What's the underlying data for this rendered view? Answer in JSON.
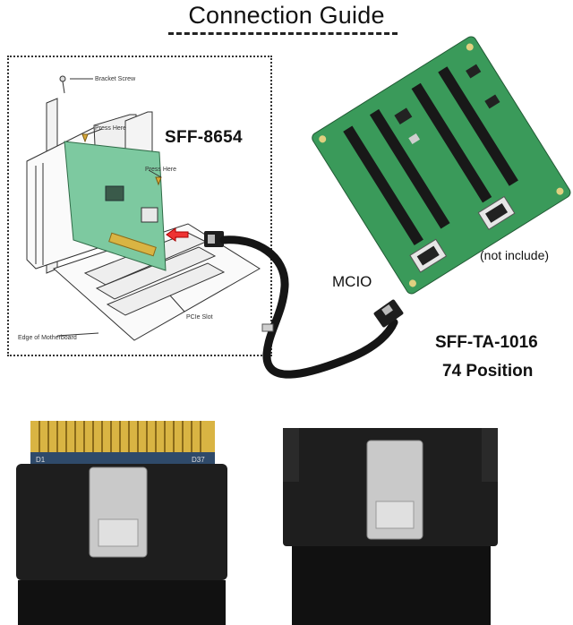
{
  "title": "Connection Guide",
  "diagram": {
    "bracket_screw": "Bracket Screw",
    "press_here_1": "Press Here",
    "press_here_2": "Press Here",
    "pcie_slot": "PCIe Slot",
    "edge_of_motherboard": "Edge of Motherboard"
  },
  "labels": {
    "sff_8654": "SFF-8654",
    "mcio": "MCIO",
    "not_include": "(not include)",
    "sff_ta_1016": "SFF-TA-1016",
    "positions": "74 Position"
  },
  "connector_left": {
    "pin_label_left": "D1",
    "pin_label_right": "D37"
  },
  "colors": {
    "pcb_green": "#3a9a5a",
    "card_green": "#7dc9a0",
    "gold": "#d9b443",
    "connector_black": "#1e1e1e",
    "slot_black": "#181818",
    "metal_latch": "#c9c9c9"
  }
}
